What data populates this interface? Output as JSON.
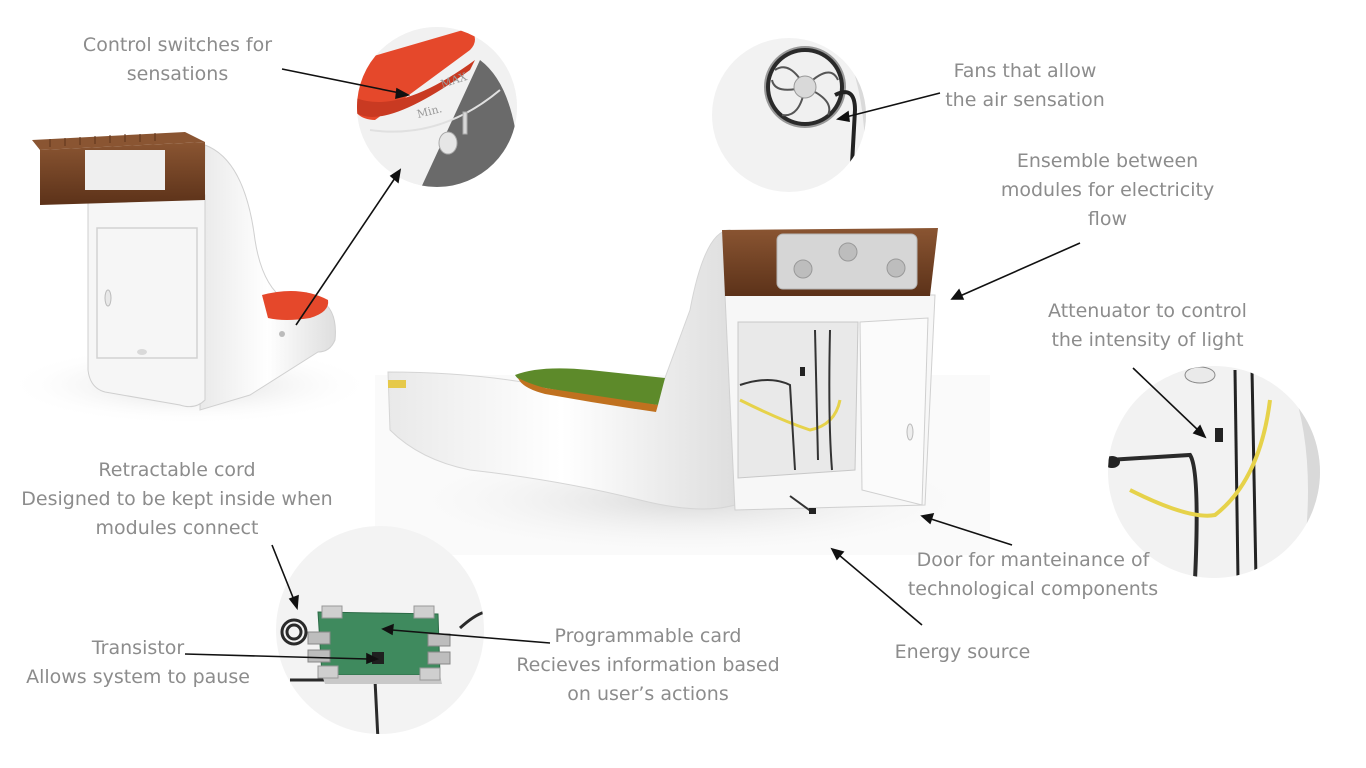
{
  "labels": {
    "control_switches": [
      "Control switches for",
      "sensations"
    ],
    "fans": [
      "Fans that allow",
      "the air sensation"
    ],
    "ensemble": [
      "Ensemble between",
      "modules for electricity",
      "flow"
    ],
    "attenuator": [
      "Attenuator to control",
      "the intensity of light"
    ],
    "retractable": [
      "Retractable cord",
      "Designed to be kept inside when",
      "modules connect"
    ],
    "transistor": [
      "Transistor",
      "Allows system to pause"
    ],
    "programmable": [
      "Programmable card",
      "Recieves information based",
      "on user’s actions"
    ],
    "door": [
      "Door for manteinance of",
      "technological components"
    ],
    "energy": [
      "Energy source"
    ]
  },
  "switch_marks": [
    "MAX",
    "Min."
  ],
  "colors": {
    "label_text": "#8c8c8c",
    "wood": "#6e3f22",
    "cushion_orange": "#e5482b",
    "cushion_green": "#5d8a2a",
    "pcb_green": "#3f8a5e",
    "wire_yellow": "#e6d24a",
    "body_white": "#f4f4f4"
  }
}
